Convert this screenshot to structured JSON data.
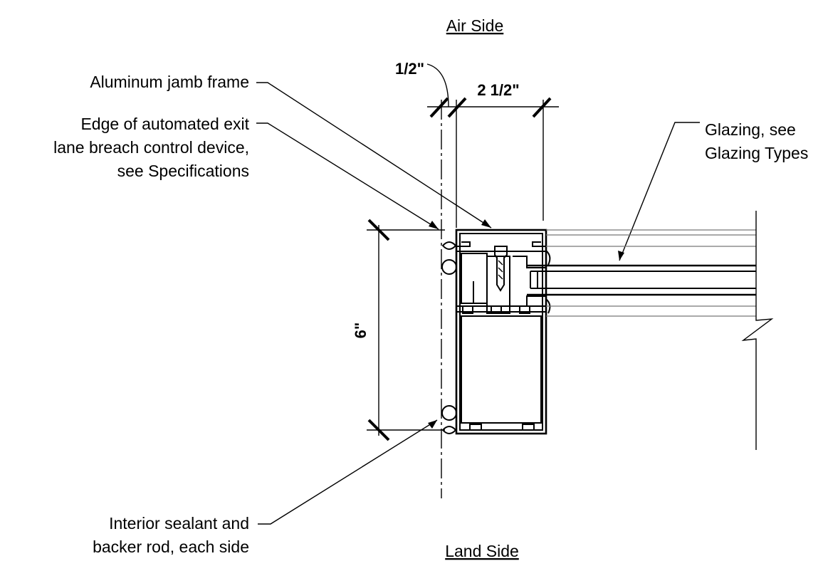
{
  "headings": {
    "top": "Air Side",
    "bottom": "Land Side"
  },
  "callouts": {
    "jamb_frame": "Aluminum jamb frame",
    "breach_line1": "Edge of automated exit",
    "breach_line2": "lane breach control device,",
    "breach_line3": "see Specifications",
    "glazing_line1": "Glazing, see",
    "glazing_line2": "Glazing Types",
    "sealant_line1": "Interior sealant and",
    "sealant_line2": "backer rod, each side"
  },
  "dimensions": {
    "gap": "1/2\"",
    "frame_depth": "2 1/2\"",
    "frame_width": "6\""
  }
}
